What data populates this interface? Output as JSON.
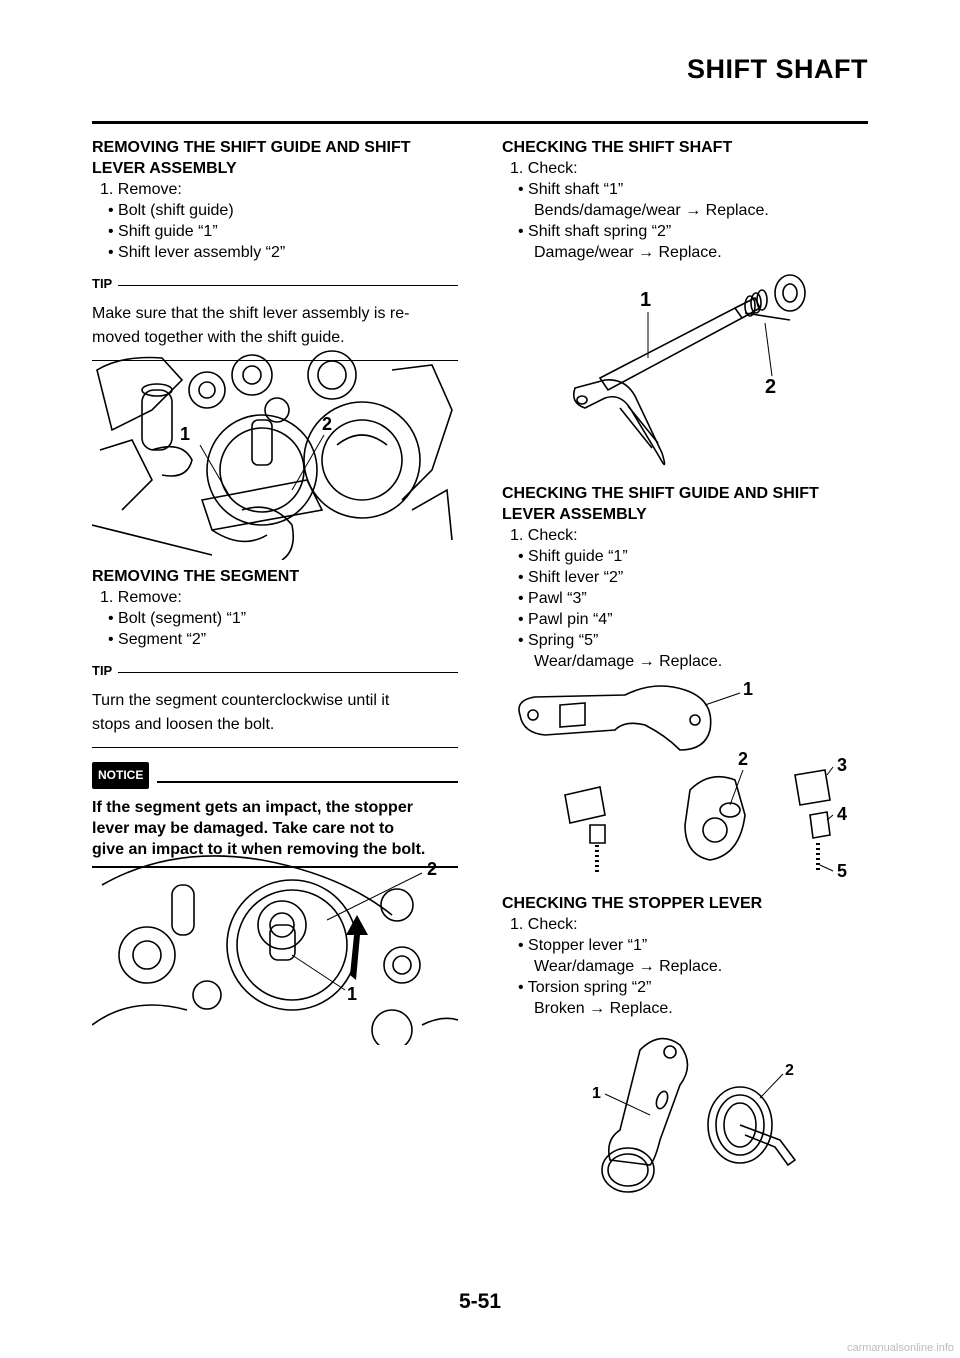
{
  "header": {
    "title": "SHIFT SHAFT"
  },
  "left": {
    "sec1": {
      "heading_line1": "REMOVING THE SHIFT GUIDE AND SHIFT",
      "heading_line2": "LEVER ASSEMBLY",
      "step": "1. Remove:",
      "items": [
        "• Bolt (shift guide)",
        "• Shift guide “1”",
        "• Shift lever assembly “2”"
      ],
      "tip_label": "TIP",
      "tip_line1": "Make sure that the shift lever assembly is re-",
      "tip_line2": "moved together with the shift guide.",
      "callouts": [
        "1",
        "2"
      ]
    },
    "sec2": {
      "heading": "REMOVING THE SEGMENT",
      "step": "1. Remove:",
      "items": [
        "• Bolt (segment) “1”",
        "• Segment “2”"
      ],
      "tip_label": "TIP",
      "tip_line1": "Turn the segment counterclockwise until it",
      "tip_line2": "stops and loosen the bolt.",
      "notice_label": "NOTICE",
      "notice_line1": "If the segment gets an impact, the stopper",
      "notice_line2": "lever may be damaged. Take care not to",
      "notice_line3": "give an impact to it when removing the bolt.",
      "callouts": [
        "2",
        "1"
      ]
    }
  },
  "right": {
    "sec1": {
      "heading": "CHECKING THE SHIFT SHAFT",
      "step": "1. Check:",
      "item1": "• Shift shaft “1”",
      "item1_result": "Bends/damage/wear → Replace.",
      "item2": "• Shift shaft spring “2”",
      "item2_result": "Damage/wear → Replace.",
      "callouts": [
        "1",
        "2"
      ]
    },
    "sec2": {
      "heading_line1": "CHECKING THE SHIFT GUIDE AND SHIFT",
      "heading_line2": "LEVER ASSEMBLY",
      "step": "1. Check:",
      "items": [
        "• Shift guide “1”",
        "• Shift lever “2”",
        "• Pawl “3”",
        "• Pawl pin “4”",
        "• Spring “5”"
      ],
      "result": "Wear/damage → Replace.",
      "callouts": [
        "1",
        "2",
        "3",
        "4",
        "5"
      ]
    },
    "sec3": {
      "heading": "CHECKING THE STOPPER LEVER",
      "step": "1. Check:",
      "item1": "• Stopper lever “1”",
      "item1_result": "Wear/damage → Replace.",
      "item2": "• Torsion spring “2”",
      "item2_result": "Broken → Replace.",
      "callouts": [
        "1",
        "2"
      ]
    }
  },
  "footer": {
    "page": "5-51"
  },
  "watermark": "carmanualsonline.info"
}
